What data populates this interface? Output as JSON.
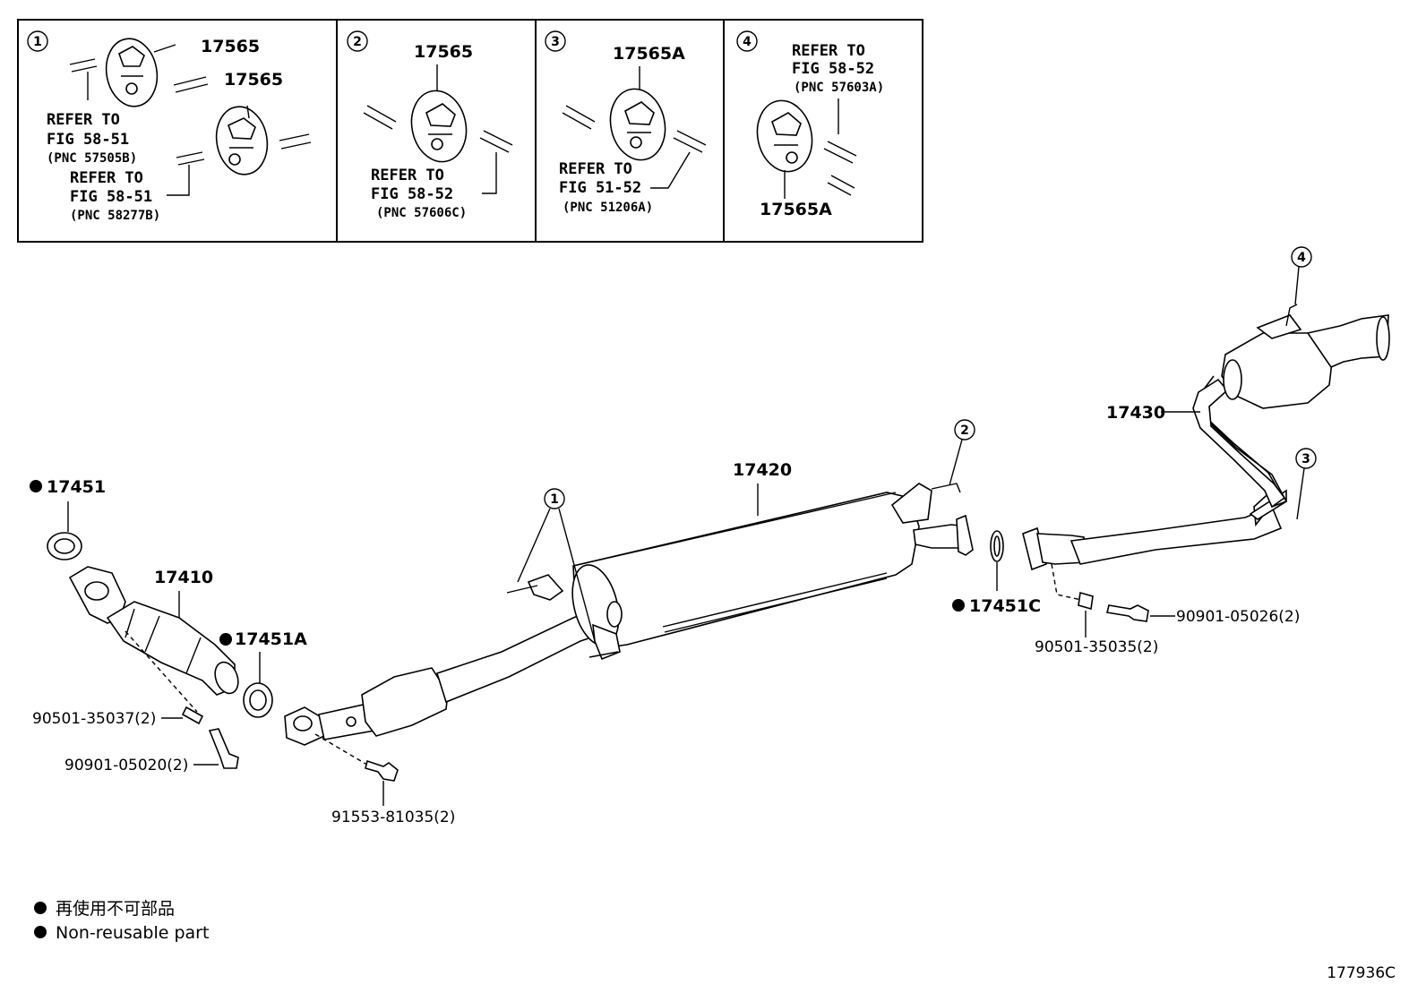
{
  "insets": [
    {
      "number": "1",
      "parts": [
        "17565",
        "17565"
      ],
      "refs": [
        {
          "line1": "REFER TO",
          "line2": "FIG 58-51",
          "pnc": "(PNC 57505B)"
        },
        {
          "line1": "REFER TO",
          "line2": "FIG 58-51",
          "pnc": "(PNC 58277B)"
        }
      ]
    },
    {
      "number": "2",
      "parts": [
        "17565"
      ],
      "refs": [
        {
          "line1": "REFER TO",
          "line2": "FIG 58-52",
          "pnc": "(PNC 57606C)"
        }
      ]
    },
    {
      "number": "3",
      "parts": [
        "17565A"
      ],
      "refs": [
        {
          "line1": "REFER TO",
          "line2": "FIG 51-52",
          "pnc": "(PNC 51206A)"
        }
      ]
    },
    {
      "number": "4",
      "parts": [
        "17565A"
      ],
      "refs": [
        {
          "line1": "REFER TO",
          "line2": "FIG 58-52",
          "pnc": "(PNC 57603A)"
        }
      ]
    }
  ],
  "callouts": {
    "c1": "1",
    "c2": "2",
    "c3": "3",
    "c4": "4"
  },
  "parts": {
    "p17451": "17451",
    "p17410": "17410",
    "p17451A": "17451A",
    "p17420": "17420",
    "p17451C": "17451C",
    "p17430": "17430",
    "b90501_35037": "90501-35037(2)",
    "b90901_05020": "90901-05020(2)",
    "b91553_81035": "91553-81035(2)",
    "b90901_05026": "90901-05026(2)",
    "b90501_35035": "90501-35035(2)"
  },
  "legend": {
    "japanese": "再使用不可部品",
    "english": "Non-reusable part"
  },
  "figure_code": "177936C"
}
